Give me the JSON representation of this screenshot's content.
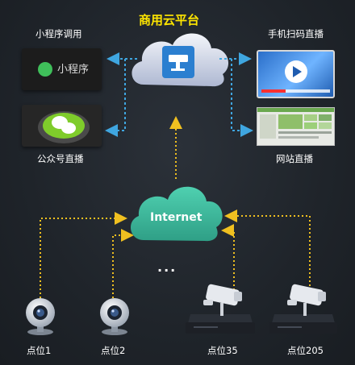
{
  "title": "商用云平台",
  "miniprogram": {
    "label": "小程序调用",
    "app_text": "小程序"
  },
  "gzh": {
    "label": "公众号直播"
  },
  "phone": {
    "label": "手机扫码直播"
  },
  "website": {
    "label": "网站直播"
  },
  "internet": {
    "label": "Internet"
  },
  "ellipsis": "...",
  "points": [
    {
      "label": "点位1"
    },
    {
      "label": "点位2"
    },
    {
      "label": "点位35"
    },
    {
      "label": "点位205"
    }
  ],
  "colors": {
    "arrow_top": "#3fa6e0",
    "arrow_bottom": "#f0c020",
    "cloud_internet": "#3fbf9f",
    "title": "#ffe600"
  }
}
